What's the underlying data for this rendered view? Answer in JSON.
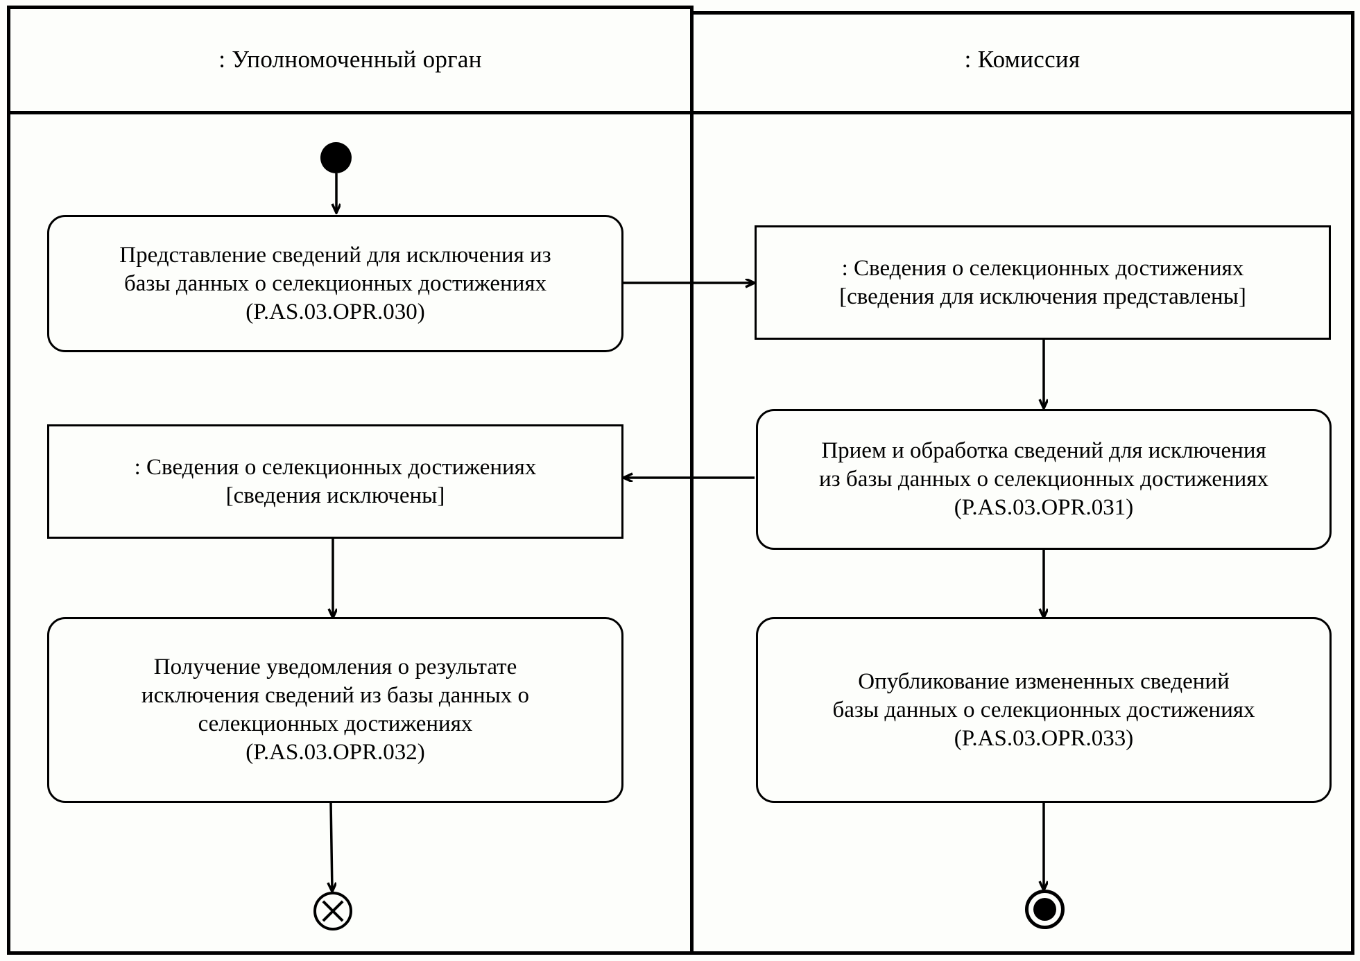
{
  "diagram": {
    "type": "uml-activity-diagram",
    "language": "ru",
    "background_color": "#fdfefb",
    "line_color": "#000000"
  },
  "lanes": [
    {
      "id": "lane-left",
      "title": ": Уполномоченный орган"
    },
    {
      "id": "lane-right",
      "title": ": Комиссия"
    }
  ],
  "nodes": {
    "initial": {
      "kind": "initial-node",
      "lane": "lane-left"
    },
    "left_activity_1": {
      "kind": "activity",
      "lane": "lane-left",
      "text": "Представление сведений для исключения из\nбазы данных о селекционных достижениях\n(P.AS.03.OPR.030)",
      "code": "P.AS.03.OPR.030"
    },
    "right_object_1": {
      "kind": "object-node",
      "lane": "lane-right",
      "text": ": Сведения о селекционных достижениях\n[сведения для исключения представлены]",
      "state": "сведения для исключения представлены"
    },
    "right_activity_1": {
      "kind": "activity",
      "lane": "lane-right",
      "text": "Прием и обработка сведений для исключения\nиз базы данных о селекционных достижениях\n(P.AS.03.OPR.031)",
      "code": "P.AS.03.OPR.031"
    },
    "left_object_1": {
      "kind": "object-node",
      "lane": "lane-left",
      "text": ": Сведения о селекционных достижениях\n[сведения исключены]",
      "state": "сведения исключены"
    },
    "left_activity_2": {
      "kind": "activity",
      "lane": "lane-left",
      "text": "Получение уведомления о результате\nисключения сведений из базы данных о\nселекционных достижениях\n(P.AS.03.OPR.032)",
      "code": "P.AS.03.OPR.032"
    },
    "right_activity_2": {
      "kind": "activity",
      "lane": "lane-right",
      "text": "Опубликование измененных сведений\nбазы данных о селекционных достижениях\n(P.AS.03.OPR.033)",
      "code": "P.AS.03.OPR.033"
    },
    "flow_final": {
      "kind": "flow-final-node",
      "lane": "lane-left"
    },
    "activity_final": {
      "kind": "activity-final-node",
      "lane": "lane-right"
    }
  },
  "edges": [
    {
      "from": "initial",
      "to": "left_activity_1",
      "direction": "down"
    },
    {
      "from": "left_activity_1",
      "to": "right_object_1",
      "direction": "right"
    },
    {
      "from": "right_object_1",
      "to": "right_activity_1",
      "direction": "down"
    },
    {
      "from": "right_activity_1",
      "to": "left_object_1",
      "direction": "left"
    },
    {
      "from": "right_activity_1",
      "to": "right_activity_2",
      "direction": "down"
    },
    {
      "from": "left_object_1",
      "to": "left_activity_2",
      "direction": "down"
    },
    {
      "from": "left_activity_2",
      "to": "flow_final",
      "direction": "down"
    },
    {
      "from": "right_activity_2",
      "to": "activity_final",
      "direction": "down"
    }
  ]
}
